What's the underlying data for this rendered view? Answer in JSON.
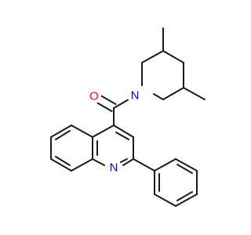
{
  "molecule": {
    "atoms": [
      {
        "id": "O1",
        "label": "O",
        "color": "#ff0000"
      },
      {
        "id": "N1",
        "label": "N",
        "color": "#0000ff"
      },
      {
        "id": "N2",
        "label": "N",
        "color": "#0000ff"
      }
    ]
  }
}
